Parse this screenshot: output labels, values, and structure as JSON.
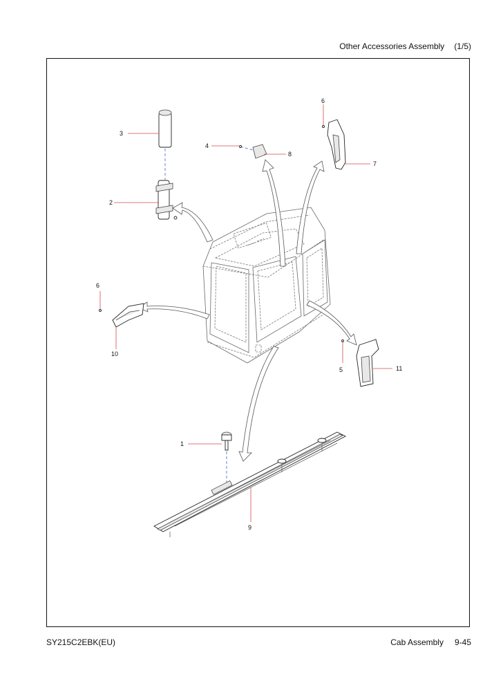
{
  "header": {
    "title": "Other Accessories Assembly",
    "page_fraction": "(1/5)"
  },
  "footer": {
    "model": "SY215C2EBK(EU)",
    "section": "Cab Assembly",
    "page": "9-45"
  },
  "callouts": {
    "c1": "1",
    "c2": "2",
    "c3": "3",
    "c4": "4",
    "c5": "5",
    "c6a": "6",
    "c6b": "6",
    "c7": "7",
    "c8": "8",
    "c9": "9",
    "c10": "10",
    "c11": "11"
  },
  "colors": {
    "leader": "#d94a4a",
    "axis": "#4a5fd0"
  }
}
